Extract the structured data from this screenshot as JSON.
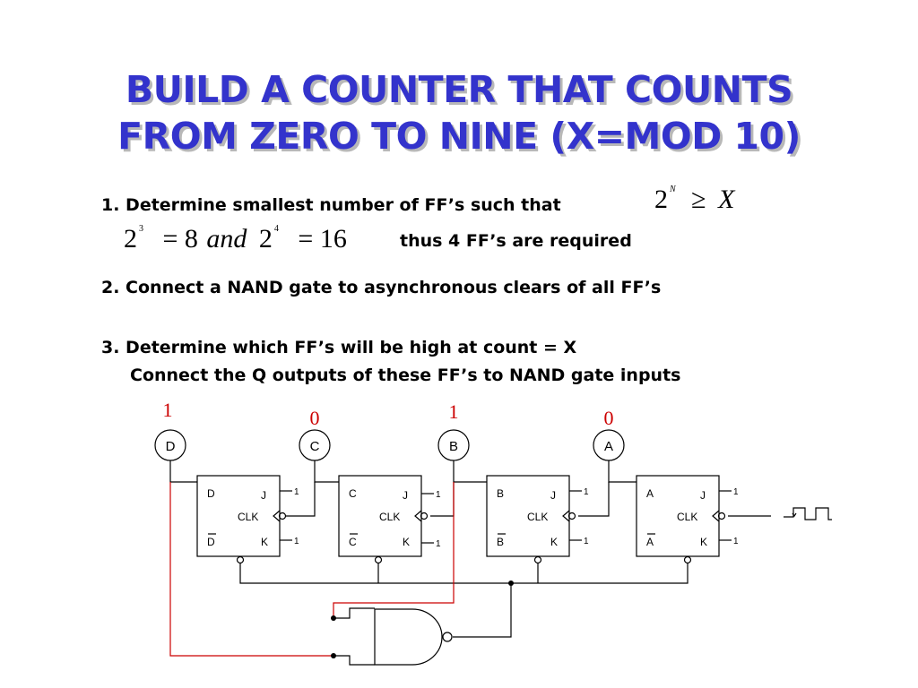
{
  "title": {
    "line1": "BUILD A COUNTER THAT COUNTS",
    "line2": "FROM ZERO TO NINE (X=MOD 10)"
  },
  "steps": {
    "step1": "1. Determine smallest number of FF’s such that",
    "step1_result": "thus 4 FF’s are required",
    "step2": "2. Connect a NAND gate to asynchronous clears of all FF’s",
    "step3_line1": "3. Determine which FF’s will be high at count = X",
    "step3_line2": "Connect the Q outputs of these FF’s to NAND gate inputs"
  },
  "math": {
    "inequality": {
      "base": "2",
      "exp": "N",
      "op": "≥",
      "rhs": "X"
    },
    "example": {
      "base1": "2",
      "exp1": "3",
      "eq1": "= 8",
      "word": "and",
      "base2": "2",
      "exp2": "4",
      "eq2": "= 16"
    }
  },
  "diagram": {
    "states": [
      "1",
      "0",
      "1",
      "0"
    ],
    "outputs": [
      "D",
      "C",
      "B",
      "A"
    ],
    "flipflops": [
      {
        "q": "D",
        "qbar": "D",
        "j": "J",
        "k": "K",
        "clk": "CLK",
        "j_in": "1",
        "k_in": "1"
      },
      {
        "q": "C",
        "qbar": "C",
        "j": "J",
        "k": "K",
        "clk": "CLK",
        "j_in": "1",
        "k_in": "1"
      },
      {
        "q": "B",
        "qbar": "B",
        "j": "J",
        "k": "K",
        "clk": "CLK",
        "j_in": "1",
        "k_in": "1"
      },
      {
        "q": "A",
        "qbar": "A",
        "j": "J",
        "k": "K",
        "clk": "CLK",
        "j_in": "1",
        "k_in": "1"
      }
    ],
    "colors": {
      "highlight_wire": "#cc0000",
      "wire": "#000000",
      "state_text": "#cc0000",
      "title": "#3333cc"
    }
  }
}
